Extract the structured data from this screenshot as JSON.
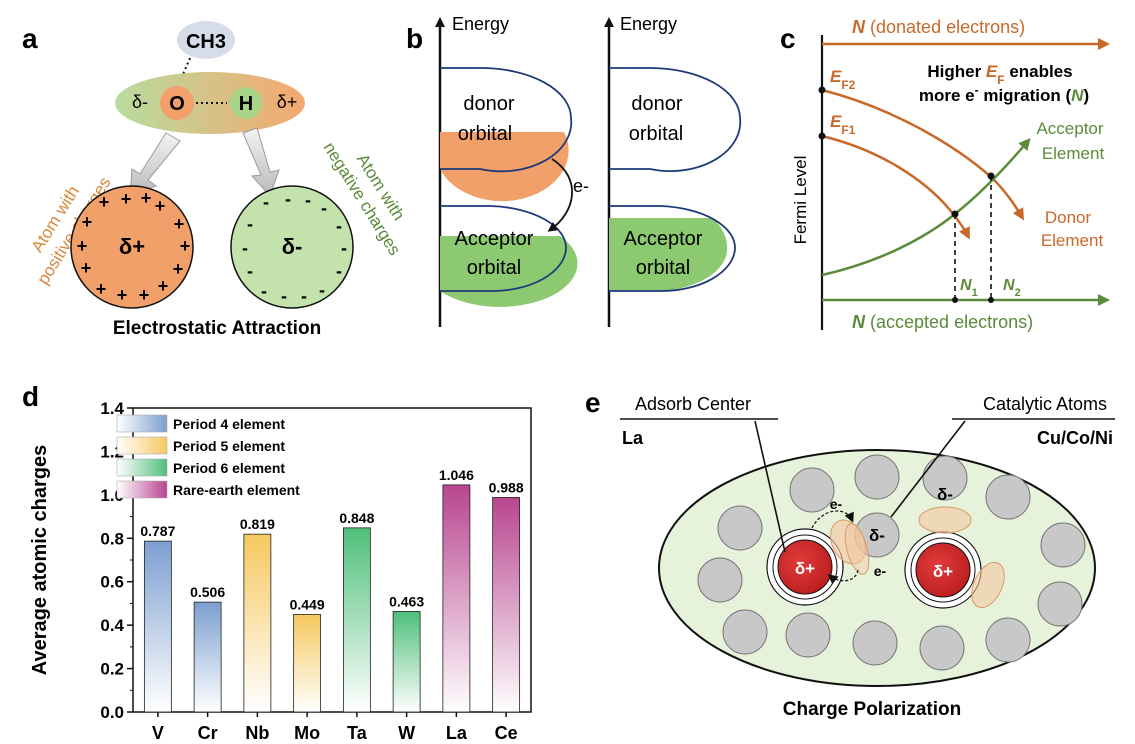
{
  "panel_a": {
    "letter": "a",
    "ch3": "CH3",
    "delta_minus": "δ-",
    "o": "O",
    "h": "H",
    "delta_plus": "δ+",
    "atom_pos_line1": "Atom with",
    "atom_pos_line2": "positive charges",
    "atom_neg_line1": "Atom with",
    "atom_neg_line2": "negative charges",
    "circle_pos": "δ+",
    "circle_neg": "δ-",
    "caption": "Electrostatic Attraction"
  },
  "panel_b": {
    "letter": "b",
    "energy_left": "Energy",
    "energy_right": "Energy",
    "donor1": "donor",
    "donor2": "orbital",
    "electron": "e-",
    "acceptor1": "Acceptor",
    "acceptor2": "orbital"
  },
  "panel_c": {
    "letter": "c",
    "top_axis_n": "N",
    "top_axis_rest": "(donated electrons)",
    "bottom_axis_n": "N",
    "bottom_axis_rest": "(accepted electrons)",
    "y_axis": "Fermi Level",
    "ef2": "EF2",
    "ef1": "EF1",
    "note_line1a": "Higher ",
    "note_line1b": "E",
    "note_line1c": "F",
    "note_line1d": " enables",
    "note_line2a": "more e",
    "note_line2b": "-",
    "note_line2c": " migration (",
    "note_line2d": "N",
    "note_line2e": ")",
    "acceptor1": "Acceptor",
    "acceptor2": "Element",
    "donor1": "Donor",
    "donor2": "Element",
    "n1": "N1",
    "n2": "N2"
  },
  "panel_d": {
    "letter": "d"
  },
  "panel_e": {
    "letter": "e",
    "adsorb_title": "Adsorb Center",
    "adsorb_value": "La",
    "cat_title": "Catalytic Atoms",
    "cat_value": "Cu/Co/Ni",
    "delta_plus": "δ+",
    "delta_minus": "δ-",
    "electron": "e-",
    "caption": "Charge Polarization"
  },
  "chart_data": {
    "type": "bar",
    "categories": [
      "V",
      "Cr",
      "Nb",
      "Mo",
      "Ta",
      "W",
      "La",
      "Ce"
    ],
    "values": [
      0.787,
      0.506,
      0.819,
      0.449,
      0.848,
      0.463,
      1.046,
      0.988
    ],
    "value_labels": [
      "0.787",
      "0.506",
      "0.819",
      "0.449",
      "0.848",
      "0.463",
      "1.046",
      "0.988"
    ],
    "groups": [
      "Period 4 element",
      "Period 4 element",
      "Period 5 element",
      "Period 5 element",
      "Period 6 element",
      "Period 6 element",
      "Rare-earth element",
      "Rare-earth element"
    ],
    "legend": [
      {
        "name": "Period 4 element",
        "color": "#7c9fd0"
      },
      {
        "name": "Period 5 element",
        "color": "#f6c85f"
      },
      {
        "name": "Period 6 element",
        "color": "#4fbf7a"
      },
      {
        "name": "Rare-earth element",
        "color": "#b8458f"
      }
    ],
    "ylabel": "Average atomic charges",
    "xlabel": "",
    "ylim": [
      0.0,
      1.4
    ],
    "yticks": [
      "0.0",
      "0.2",
      "0.4",
      "0.6",
      "0.8",
      "1.0",
      "1.2",
      "1.4"
    ],
    "legend_position": "top-left",
    "grid": false
  },
  "colors": {
    "orange": "#f2a06a",
    "brown_orange": "#c8692a",
    "green": "#5a8a3a",
    "light_green": "#bfe0a8",
    "red": "#d42a2a",
    "gray_atom": "#c8c8c8"
  }
}
